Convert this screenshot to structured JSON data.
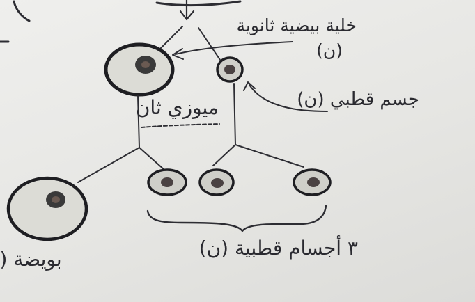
{
  "labels": {
    "secondary_oocyte": "خلية بيضية ثانوية",
    "secondary_oocyte_ploidy": "(ن)",
    "polar_body": "جسم قطبي (ن)",
    "meiosis_two": "ميوزي ثان",
    "polar_bodies_three": "٣ أجسام قطبية (ن)",
    "ovum": "بويضة (ن)"
  },
  "colors": {
    "ink": "#2d2d33",
    "paper": "#ececea",
    "cell_fill": "#dcdcd6",
    "nucleus": "#3b3a3a"
  }
}
